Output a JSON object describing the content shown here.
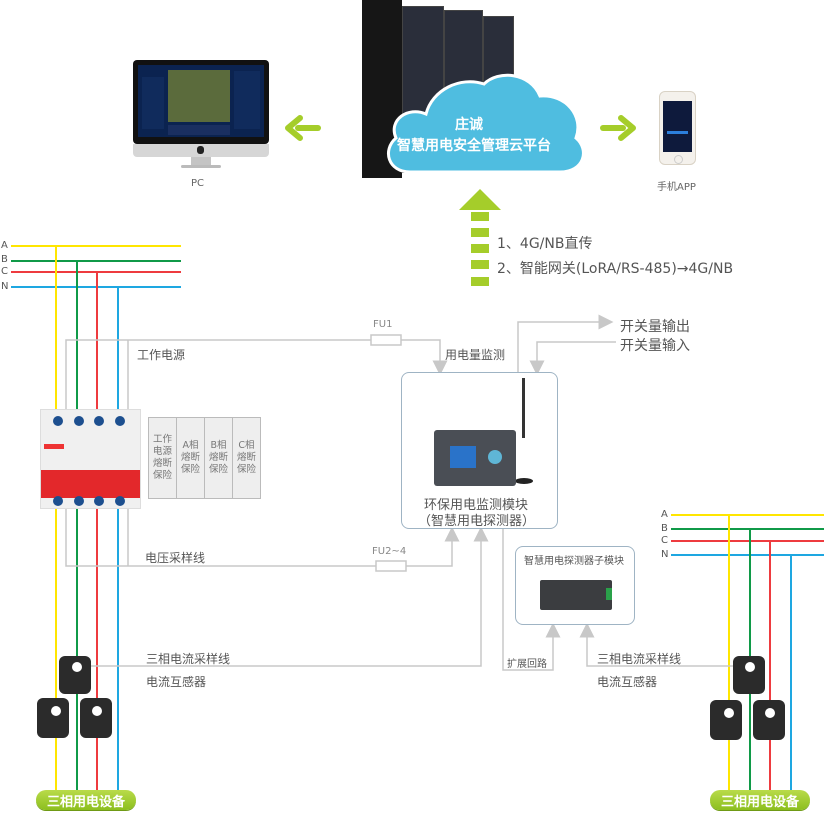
{
  "platform": {
    "line1": "庄诚",
    "line2": "智慧用电安全管理云平台"
  },
  "clients": {
    "pc_label": "PC",
    "app_label": "手机APP"
  },
  "uplink": {
    "items": [
      "1、4G/NB直传",
      "2、智能网关(LoRA/RS-485)→4G/NB"
    ]
  },
  "phases": [
    "A",
    "B",
    "C",
    "N"
  ],
  "colors": {
    "phase_a": "#ffe600",
    "phase_b": "#109a48",
    "phase_c": "#ee3b3f",
    "phase_n": "#1ea7e1",
    "arrow_green": "#a5cd2a",
    "cloud": "#4fbde0",
    "wire_gray": "#c8c8c8"
  },
  "left_panel": {
    "work_power": "工作电源",
    "fu1": "FU1",
    "power_monitor": "用电量监测",
    "voltage_sampling": "电压采样线",
    "fu2_4": "FU2~4",
    "current_sampling": "三相电流采样线",
    "ct_label": "电流互感器",
    "equipment": "三相用电设备",
    "fuse_table": [
      "工作\n电源\n熔断\n保险",
      "A相\n熔断\n保险",
      "B相\n熔断\n保险",
      "C相\n熔断\n保险"
    ]
  },
  "module": {
    "line1": "环保用电监测模块",
    "line2": "（智慧用电探测器）",
    "switch_out": "开关量输出",
    "switch_in": "开关量输入"
  },
  "sub_module": {
    "title": "智慧用电探测器子模块",
    "expand_loop": "扩展回路"
  },
  "right_panel": {
    "current_sampling": "三相电流采样线",
    "ct_label": "电流互感器",
    "equipment": "三相用电设备"
  }
}
